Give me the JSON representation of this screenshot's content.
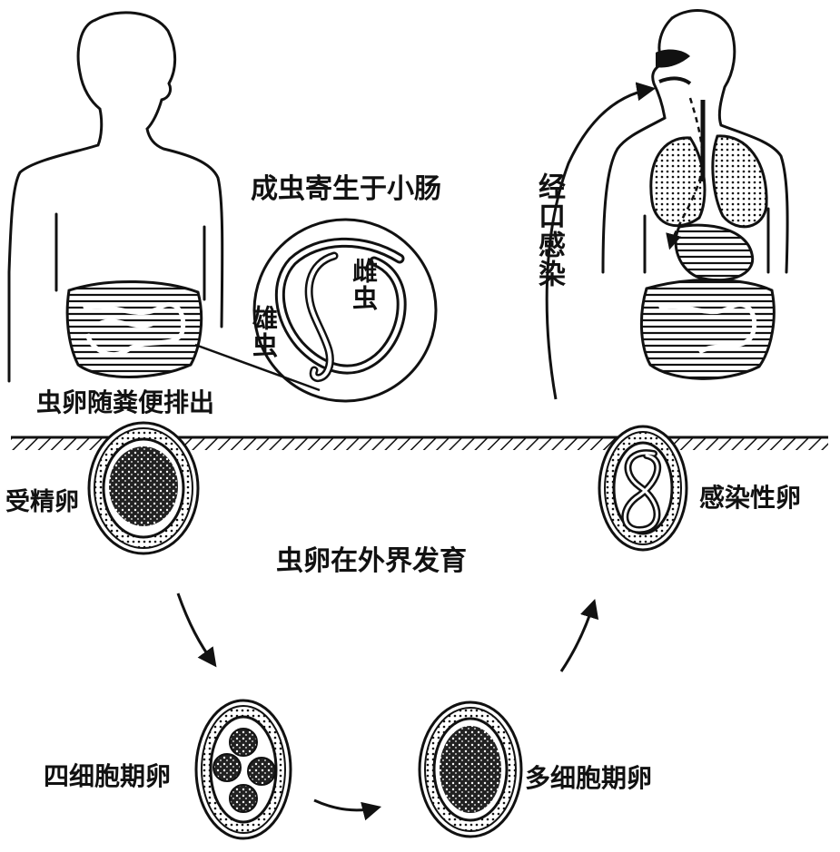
{
  "labels": {
    "adult_in_intestine": "成虫寄生于小肠",
    "female_worm": "雌虫",
    "male_worm": "雄虫",
    "eggs_excreted": "虫卵随粪便排出",
    "fertilized_egg": "受精卵",
    "egg_development": "虫卵在外界发育",
    "oral_infection": "经口感染",
    "infective_egg": "感染性卵",
    "four_cell_egg": "四细胞期卵",
    "multi_cell_egg": "多细胞期卵"
  },
  "colors": {
    "ink": "#111111",
    "background": "#ffffff"
  }
}
